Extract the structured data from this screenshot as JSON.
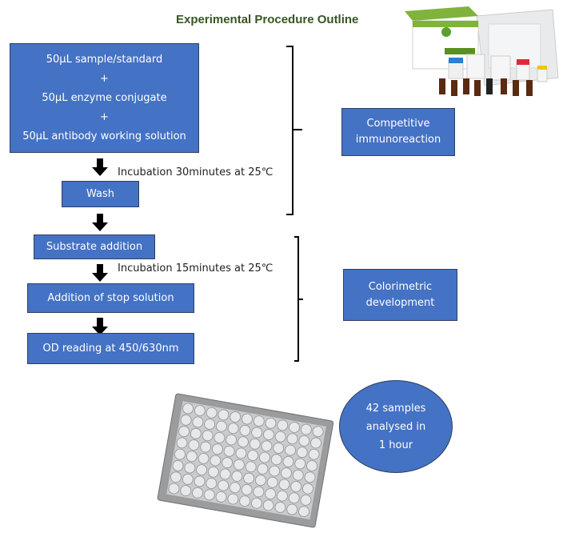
{
  "title": "Experimental Procedure Outline",
  "steps": {
    "reagents": [
      "50µL sample/standard",
      "+",
      "50µL enzyme conjugate",
      "+",
      "50µL antibody working solution"
    ],
    "incubation1": "Incubation 30minutes at 25℃",
    "wash": "Wash",
    "substrate": "Substrate addition",
    "incubation2": "Incubation 15minutes at 25℃",
    "stop": "Addition of stop solution",
    "od": "OD reading at 450/630nm"
  },
  "phases": {
    "phase1": [
      "Competitive",
      "immunoreaction"
    ],
    "phase2": [
      "Colorimetric",
      "development"
    ]
  },
  "summary": [
    "42 samples",
    "analysed in",
    "1 hour"
  ],
  "images": {
    "kit": "elisa-kit-photo",
    "plate": "microplate-photo"
  },
  "colors": {
    "box_fill": "#4472c4",
    "title": "#375623"
  }
}
